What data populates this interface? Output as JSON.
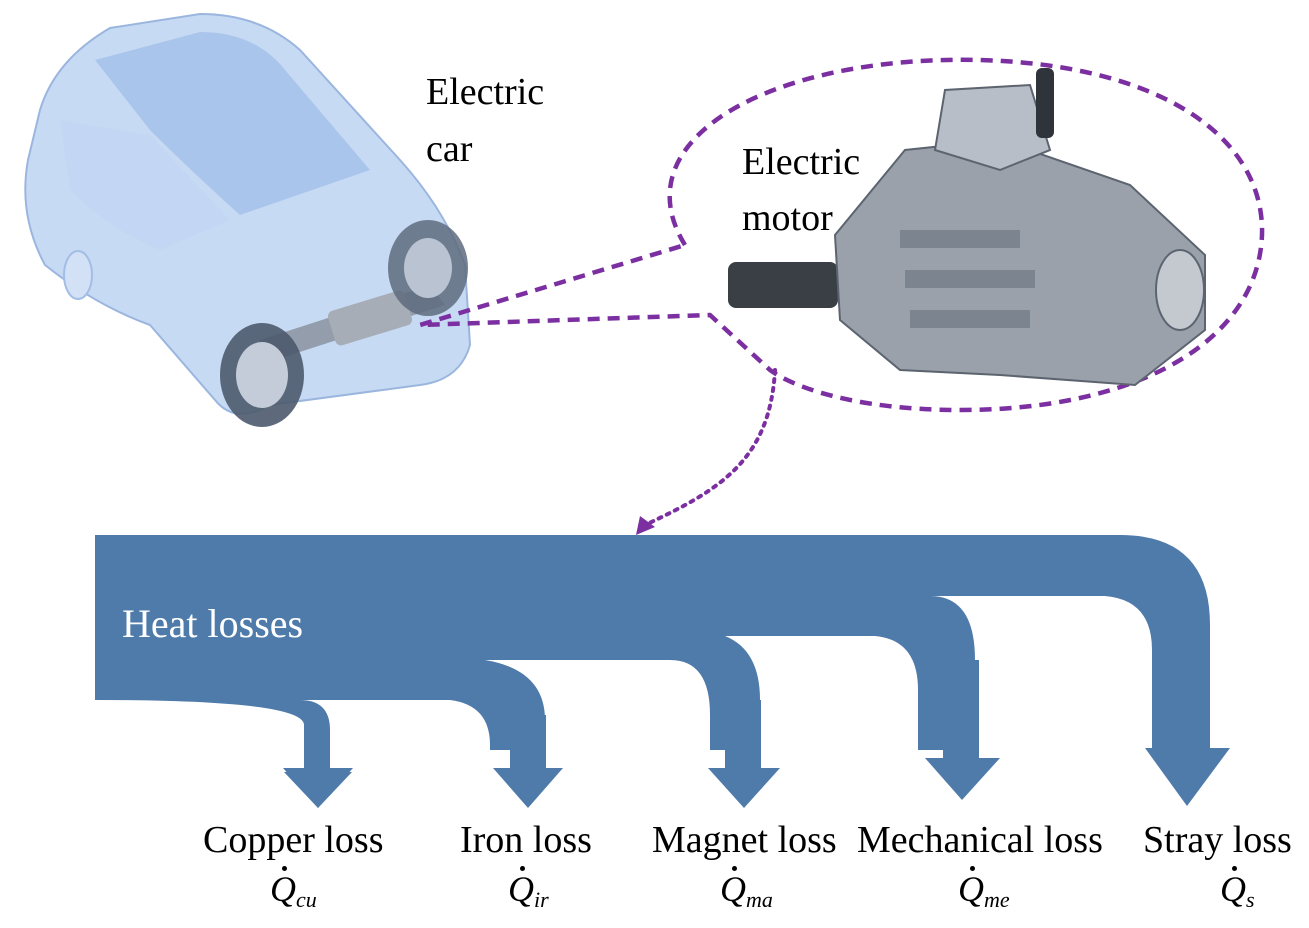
{
  "labels": {
    "car": [
      "Electric",
      "car"
    ],
    "motor": [
      "Electric",
      "motor"
    ],
    "heat": "Heat losses"
  },
  "losses": [
    {
      "name": "Copper loss",
      "symbol": "Q",
      "sub": "cu"
    },
    {
      "name": "Iron loss",
      "symbol": "Q",
      "sub": "ir"
    },
    {
      "name": "Magnet loss",
      "symbol": "Q",
      "sub": "ma"
    },
    {
      "name": "Mechanical loss",
      "symbol": "Q",
      "sub": "me"
    },
    {
      "name": "Stray loss",
      "symbol": "Q",
      "sub": "s"
    }
  ],
  "colors": {
    "flow": "#4f7bab",
    "dash": "#7b2fa0",
    "car": "#b4cdf0",
    "motor": "#9aa1ab"
  }
}
